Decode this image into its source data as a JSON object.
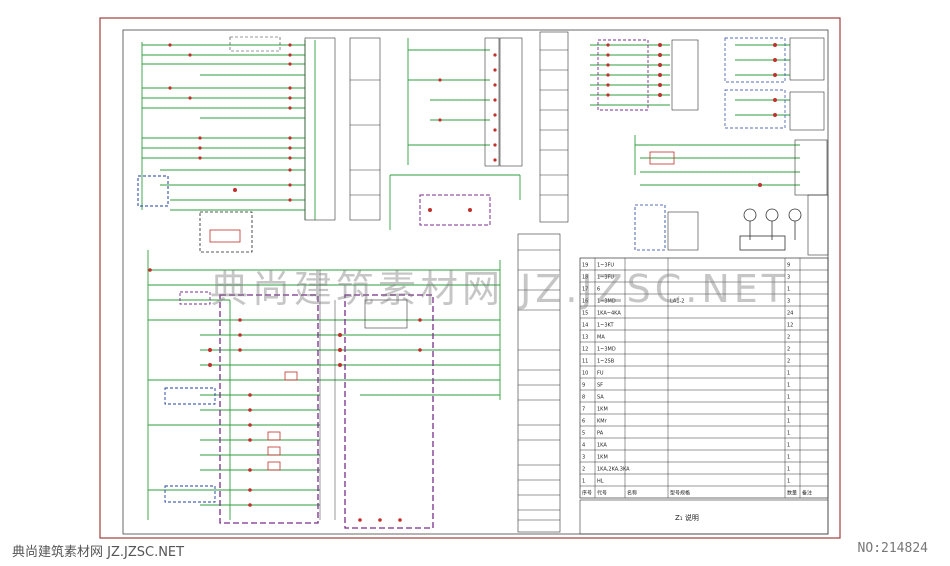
{
  "drawing_title": "Z₁ 说明",
  "watermark": {
    "center": "典尚建筑素材网  JZ.JZSC.NET",
    "bottom_left": "典尚建筑素材网 JZ.JZSC.NET",
    "bottom_right": "NO:214824"
  },
  "bom_table": {
    "columns": [
      "序号",
      "代号",
      "名称",
      "型号规格",
      "数量",
      "备注"
    ],
    "rows": [
      [
        "19",
        "1~3FU",
        "",
        "",
        "9",
        ""
      ],
      [
        "18",
        "1~3FU",
        "",
        "",
        "3",
        ""
      ],
      [
        "17",
        "6",
        "",
        "",
        "1",
        ""
      ],
      [
        "16",
        "1~3MD",
        "",
        "LA1-2",
        "3",
        ""
      ],
      [
        "15",
        "1KA~4KA",
        "",
        "",
        "24",
        ""
      ],
      [
        "14",
        "1~3KT",
        "",
        "",
        "12",
        ""
      ],
      [
        "13",
        "MA",
        "",
        "",
        "2",
        ""
      ],
      [
        "12",
        "1~3MD",
        "",
        "",
        "2",
        ""
      ],
      [
        "11",
        "1~2SB",
        "",
        "",
        "2",
        ""
      ],
      [
        "10",
        "FU",
        "",
        "",
        "1",
        ""
      ],
      [
        "9",
        "SF",
        "",
        "",
        "1",
        ""
      ],
      [
        "8",
        "SA",
        "",
        "",
        "1",
        ""
      ],
      [
        "7",
        "1KM",
        "",
        "",
        "1",
        ""
      ],
      [
        "6",
        "KMr",
        "",
        "",
        "1",
        ""
      ],
      [
        "5",
        "PA",
        "",
        "",
        "1",
        ""
      ],
      [
        "4",
        "1KA",
        "",
        "",
        "1",
        ""
      ],
      [
        "3",
        "1KM",
        "",
        "",
        "1",
        ""
      ],
      [
        "2",
        "1KA,2KA,3KA",
        "",
        "",
        "1",
        ""
      ],
      [
        "1",
        "HL",
        "",
        "",
        "1",
        ""
      ]
    ]
  }
}
